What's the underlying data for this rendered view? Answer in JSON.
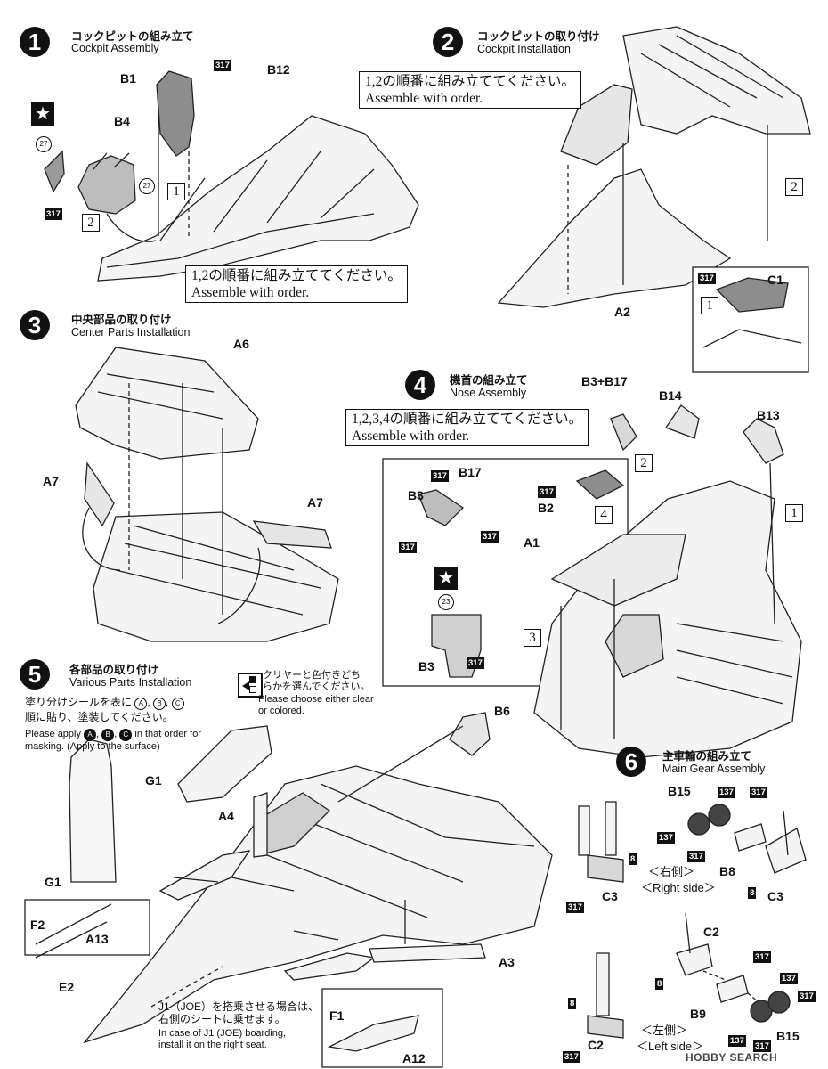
{
  "steps": [
    {
      "num": "1",
      "jp": "コックピットの組み立て",
      "en": "Cockpit Assembly"
    },
    {
      "num": "2",
      "jp": "コックピットの取り付け",
      "en": "Cockpit Installation"
    },
    {
      "num": "3",
      "jp": "中央部品の取り付け",
      "en": "Center Parts Installation"
    },
    {
      "num": "4",
      "jp": "機首の組み立て",
      "en": "Nose Assembly"
    },
    {
      "num": "5",
      "jp": "各部品の取り付け",
      "en": "Various Parts Installation"
    },
    {
      "num": "6",
      "jp": "主車輪の組み立て",
      "en": "Main Gear Assembly"
    }
  ],
  "notes": {
    "step1_jp": "1,2の順番に組み立ててください。",
    "step1_en": "Assemble with order.",
    "step2_jp": "1,2の順番に組み立ててください。",
    "step2_en": "Assemble with order.",
    "step4_jp": "1,2,3,4の順番に組み立ててください。",
    "step4_en": "Assemble with order.",
    "step5_decal_jp1": "塗り分けシールを表に",
    "step5_decal_jp2": "順に貼り、塗装してください。",
    "step5_decal_en1": "Please apply",
    "step5_decal_en2": "in that order for",
    "step5_decal_en3": "masking. (Apply to the surface)",
    "clear_jp1": "クリヤーと色付きどち",
    "clear_jp2": "らかを選んでください。",
    "clear_en1": "Please choose either clear",
    "clear_en2": "or colored.",
    "j1_jp1": "J1（JOE）を搭乗させる場合は、",
    "j1_jp2": "右側のシートに乗せます。",
    "j1_en1": "In case of J1 (JOE) boarding,",
    "j1_en2": "install it on the right seat.",
    "right_jp": "＜右側＞",
    "right_en": "＜Right side＞",
    "left_jp": "＜左側＞",
    "left_en": "＜Left side＞",
    "decal_marks": [
      "A",
      "B",
      "C"
    ]
  },
  "order_marks": [
    "1",
    "2",
    "3",
    "4"
  ],
  "paint_codes": [
    "317",
    "137",
    "8"
  ],
  "decal_numbers": [
    "27",
    "23"
  ],
  "parts": {
    "s1": [
      "B1",
      "B4",
      "B12"
    ],
    "s2": [
      "A2",
      "C1"
    ],
    "s3": [
      "A6",
      "A7",
      "A7"
    ],
    "s4": [
      "B3+B17",
      "B14",
      "B13",
      "B17",
      "B3",
      "B2",
      "A1",
      "B3"
    ],
    "s5": [
      "B6",
      "G1",
      "A4",
      "G1",
      "F2",
      "A13",
      "E2",
      "A3",
      "F1",
      "A12"
    ],
    "s6": [
      "B15",
      "B8",
      "C3",
      "C3",
      "C2",
      "B9",
      "C2",
      "B15"
    ]
  },
  "watermark": "HOBBY SEARCH",
  "icons": [
    "star-decal-icon",
    "choice-arrow-icon"
  ],
  "colors": {
    "ink": "#111111",
    "paper": "#ffffff",
    "part_fill": "#f2f2f2",
    "part_dark": "#8a8a8a"
  }
}
